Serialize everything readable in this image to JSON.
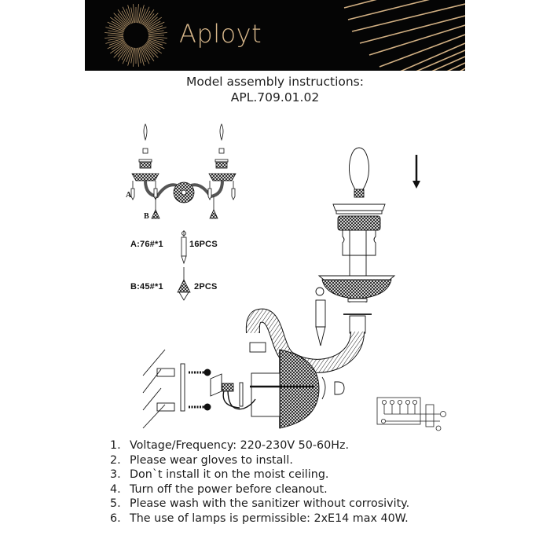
{
  "header": {
    "brand": "Aployt",
    "brand_color": "#d6b68a",
    "background_color": "#050505"
  },
  "title": {
    "line1": "Model assembly instructions:",
    "model": "APL.709.01.02"
  },
  "parts": [
    {
      "letter": "A",
      "code": "A:76#*1",
      "quantity": "16PCS",
      "icon": "crystal-prism-pendant-icon"
    },
    {
      "letter": "B",
      "code": "B:45#*1",
      "quantity": "2PCS",
      "icon": "crystal-tassel-pendant-icon"
    }
  ],
  "diagram_labels": {
    "pendant_a": "A",
    "pendant_b": "B"
  },
  "notes": [
    {
      "num": "1.",
      "text": "Voltage/Frequency: 220-230V 50-60Hz."
    },
    {
      "num": "2.",
      "text": "Please wear gloves to install."
    },
    {
      "num": "3.",
      "text": "Don`t install it on the moist ceiling."
    },
    {
      "num": "4.",
      "text": "Turn off the power before cleanout."
    },
    {
      "num": "5.",
      "text": "Please wash with the sanitizer without corrosivity."
    },
    {
      "num": "6.",
      "text": "The use of lamps is permissible: 2xE14 max 40W."
    }
  ]
}
